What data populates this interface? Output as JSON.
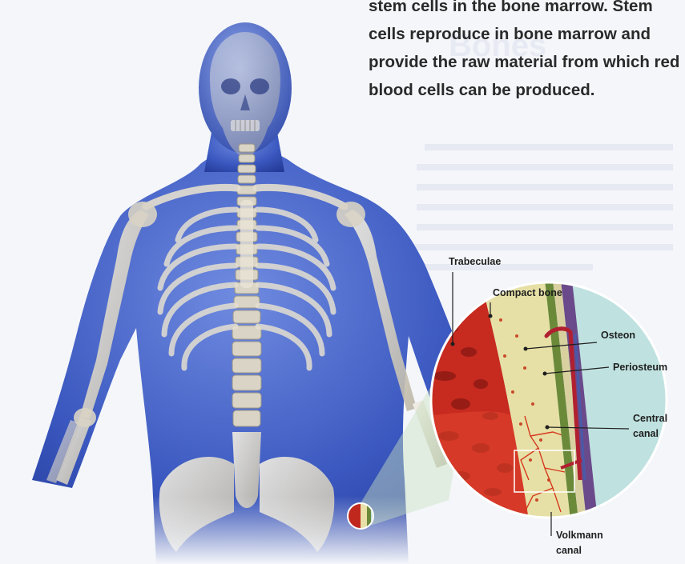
{
  "caption": "stem cells in the bone marrow. Stem cells reproduce in bone marrow and provide the raw material from which red blood cells can be produced.",
  "background_heading": "Bones",
  "labels": {
    "trabeculae": "Trabeculae",
    "compact_bone": "Compact bone",
    "osteon": "Osteon",
    "periosteum": "Periosteum",
    "central_canal_1": "Central",
    "central_canal_2": "canal",
    "volkmann_canal_1": "Volkmann",
    "volkmann_canal_2": "canal"
  },
  "colors": {
    "body_blue": "#3f5fc0",
    "bone": "#dcd8cc",
    "marrow_red": "#c0281e",
    "compact_yellow": "#e8e0a8",
    "periosteum_purple": "#6a4a8a"
  }
}
